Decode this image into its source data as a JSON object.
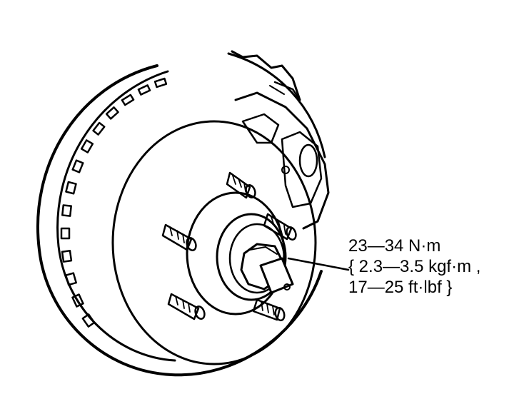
{
  "torque_spec": {
    "line1": "23—34 N·m",
    "line2": "{ 2.3—3.5 kgf·m ,",
    "line3": "17—25 ft·lbf }"
  },
  "colors": {
    "ink": "#000000",
    "paper": "#ffffff"
  }
}
